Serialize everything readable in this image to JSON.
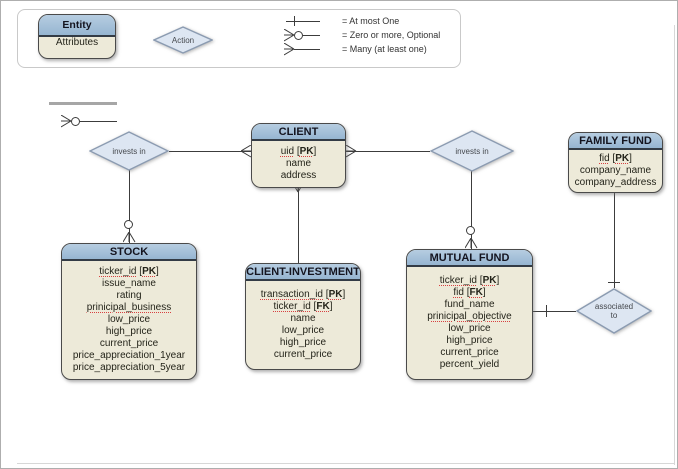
{
  "legend": {
    "entity_sample": {
      "header": "Entity",
      "body": "Attributes"
    },
    "action_label": "Action",
    "items": [
      {
        "symbol": "at-most-one",
        "label": "= At most One"
      },
      {
        "symbol": "zero-or-more",
        "label": "= Zero or more, Optional"
      },
      {
        "symbol": "many",
        "label": "= Many (at least one)"
      }
    ]
  },
  "entities": {
    "client": {
      "title": "CLIENT",
      "attributes": [
        {
          "name": "uid",
          "tag": "PK",
          "squiggle": true
        },
        {
          "name": "name"
        },
        {
          "name": "address"
        }
      ]
    },
    "stock": {
      "title": "STOCK",
      "attributes": [
        {
          "name": "ticker_id",
          "tag": "PK",
          "squiggle": true
        },
        {
          "name": "issue_name"
        },
        {
          "name": "rating"
        },
        {
          "name": "prinicipal_business",
          "squiggle": true
        },
        {
          "name": "low_price"
        },
        {
          "name": "high_price"
        },
        {
          "name": "current_price"
        },
        {
          "name": "price_appreciation_1year"
        },
        {
          "name": "price_appreciation_5year"
        }
      ]
    },
    "client_investment": {
      "title": "CLIENT-INVESTMENT",
      "attributes": [
        {
          "name": "transaction_id",
          "tag": "PK",
          "squiggle": true
        },
        {
          "name": "ticker_id",
          "tag": "FK",
          "squiggle": true
        },
        {
          "name": "name"
        },
        {
          "name": "low_price"
        },
        {
          "name": "high_price"
        },
        {
          "name": "current_price"
        }
      ]
    },
    "mutual_fund": {
      "title": "MUTUAL FUND",
      "attributes": [
        {
          "name": "ticker_id",
          "tag": "PK",
          "squiggle": true
        },
        {
          "name": "fid",
          "tag": "FK",
          "squiggle": true
        },
        {
          "name": "fund_name"
        },
        {
          "name": "prinicipal_objective",
          "squiggle": true
        },
        {
          "name": "low_price"
        },
        {
          "name": "high_price"
        },
        {
          "name": "current_price"
        },
        {
          "name": "percent_yield"
        }
      ]
    },
    "family_fund": {
      "title": "FAMILY FUND",
      "attributes": [
        {
          "name": "fid",
          "tag": "PK",
          "squiggle": true
        },
        {
          "name": "company_name"
        },
        {
          "name": "company_address"
        }
      ]
    }
  },
  "relationships": {
    "invests_in_left": "invests in",
    "invests_in_right": "invests in",
    "associated_to": "associated to"
  },
  "colors": {
    "entity_header_blue": "#a4c0da",
    "entity_body_cream": "#edead9",
    "diamond_blue": "#dde6f2",
    "squiggle_red": "#d84040",
    "line": "#3c3c3c"
  }
}
